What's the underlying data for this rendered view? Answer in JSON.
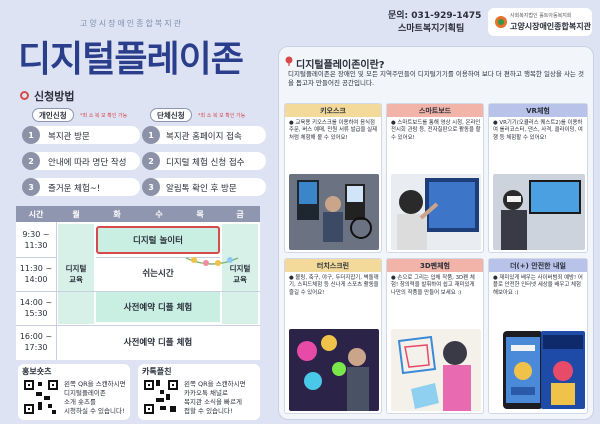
{
  "header": {
    "org_small": "고양시장애인종합복지관",
    "title": "디지털플레이존",
    "inquiry_line1": "문의: 031-929-1475",
    "inquiry_line2": "스마트복지기획팀",
    "logo_sub": "사회복지법인 홀트아동복지회",
    "logo_name": "고양시장애인종합복지관"
  },
  "method": {
    "heading": "신청방법",
    "individual": {
      "label": "개인신청",
      "note": "*최 소 복 모 확인 가능",
      "steps": [
        "복지관 방문",
        "안내에 따라 명단 작성",
        "즐거운 체험~!"
      ]
    },
    "group": {
      "label": "단체신청",
      "note": "*최 소 복 모 확인 가능",
      "steps": [
        "복지관 홈페이지 접속",
        "디지털 체험 신청 접수",
        "알림톡 확인 후 방문"
      ]
    },
    "step_numbers": [
      "1",
      "2",
      "3"
    ]
  },
  "timetable": {
    "headers": [
      "시간",
      "월",
      "화",
      "수",
      "목",
      "금"
    ],
    "times": [
      "9:30 ~\n11:30",
      "11:30 ~\n14:00",
      "14:00 ~\n15:30",
      "16:00 ~\n17:30"
    ],
    "side_label": "디지털\n교육",
    "slots": [
      "디지털 놀이터",
      "쉬는시간",
      "사전예약 디플 체험",
      "사전예약 디플 체험"
    ]
  },
  "qr": {
    "shorts_title": "홍보숏츠",
    "shorts_desc": "왼쪽 QR을 스캔하시면\n디지털플레이존\n소개 숏츠를\n시청하실 수 있습니다!",
    "kakao_title": "카톡플친",
    "kakao_desc": "왼쪽 QR을 스캔하시면\n카카오톡 채널로\n복지관 소식을 빠르게\n접할 수 있습니다!"
  },
  "panel": {
    "title": "디지털플레이존이란?",
    "desc": "디지털플레이존은 장애인 및 모든 지역주민들이 디지털기기를 이용하여 보다 더 편하고 행복한 일상을 사는 것을 돕고자 만들어진 공간입니다.",
    "cards": [
      {
        "title": "키오스크",
        "text": "● 교육용 키오스크를 이용하여 음식점 주문, 버스 예매, 민원 서류 발급을 실제처럼 체험해 볼 수 있어요!"
      },
      {
        "title": "스마트보드",
        "text": "● 스마트보드를 통해 영상 시청, 온라인 전시회 관람 등, 전자칠판으로 활동을 할 수 있어요!"
      },
      {
        "title": "VR체험",
        "text": "● VR기기(오큘러스 퀘스트2)를 이용하여 롤러코스터, 댄스, 사격, 클라이밍, 여행 등 체험할 수 있어요!"
      },
      {
        "title": "터치스크린",
        "text": "● 볼링, 축구, 야구, 두더지잡기, 벽돌깨기, 스피드체험 등 신나게 스포츠 활동을 즐길 수 있어요!"
      },
      {
        "title": "3D펜체험",
        "text": "● 손으로 그리는 입체 작품, 3D펜 체험! 창의력을 발휘하여 쉽고 재미있게 나만의 작품을 만들어 보세요 :)"
      },
      {
        "title": "더(+) 안전한 내일",
        "text": "● 재미있게 배우는 사이버범죄 예방! 어플로 안전한 인터넷 세상을 배우고 체험해보아요 :)"
      }
    ]
  },
  "colors": {
    "background": "#dde3f3",
    "title_blue": "#2b3e8c",
    "accent_red": "#d64a4a",
    "mint": "#c9efe3"
  }
}
